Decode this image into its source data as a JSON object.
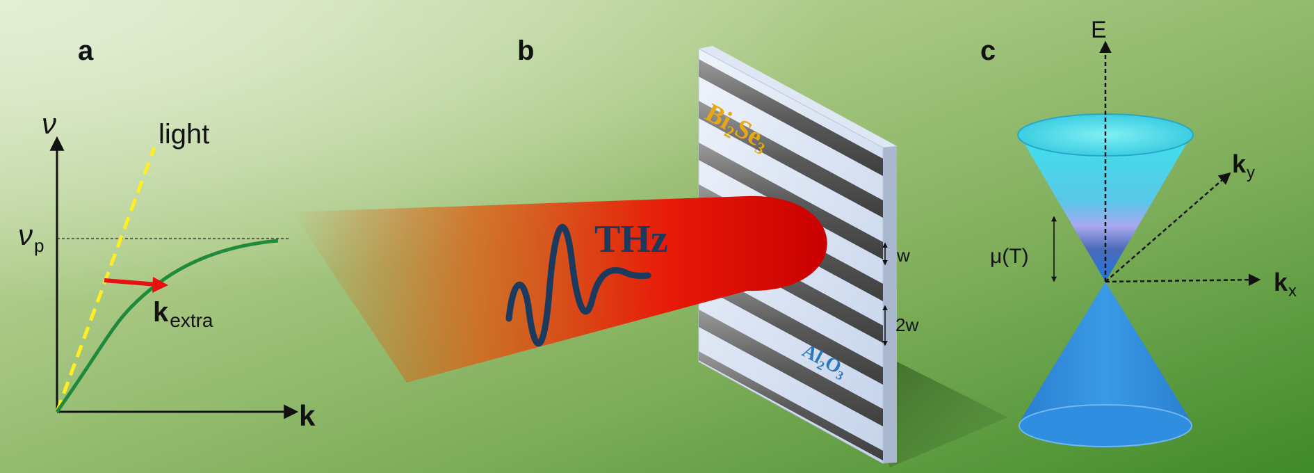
{
  "panels": {
    "a": "a",
    "b": "b",
    "c": "c"
  },
  "panel_a": {
    "y_axis": "ν",
    "x_axis": "k",
    "plasma_freq": "ν",
    "plasma_freq_sub": "p",
    "light_label": "light",
    "kextra_main": "k",
    "kextra_sub": "extra",
    "colors": {
      "light": "#ffee22",
      "plasmon": "#1e8a3a",
      "arrow": "#e81010"
    }
  },
  "panel_b": {
    "beam_label": "THz",
    "film_main": "Bi",
    "film_sub1": "2",
    "film_mid": "Se",
    "film_sub2": "3",
    "substrate_main": "Al",
    "substrate_sub1": "2",
    "substrate_mid": "O",
    "substrate_sub2": "3",
    "strip_width": "w",
    "period": "2w",
    "colors": {
      "beam": "#e00000",
      "wave": "#1c3a5e",
      "film_text": "#e8a814",
      "substrate_text": "#2a78c0"
    }
  },
  "panel_c": {
    "energy_axis": "E",
    "ky_main": "k",
    "ky_sub": "y",
    "kx_main": "k",
    "kx_sub": "x",
    "chem_potential": "μ(T)",
    "colors": {
      "cone_top": "#39d8e8",
      "cone_bottom": "#2a86d8"
    }
  }
}
